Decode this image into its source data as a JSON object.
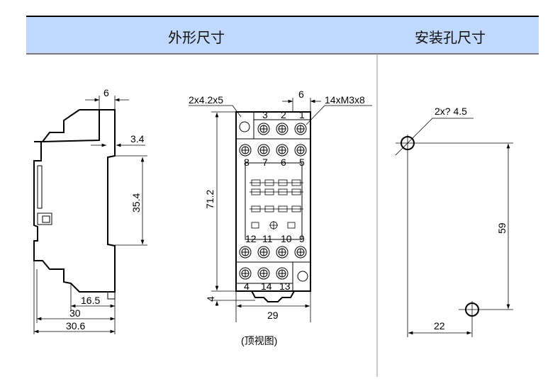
{
  "header": {
    "outline_title": "外形尺寸",
    "mounting_title": "安装孔尺寸",
    "background": "#c0d8fc"
  },
  "side_view": {
    "dims": {
      "top_width": "6",
      "rail_offset": "3.4",
      "rail_height": "35.4",
      "bottom_depth": "16.5",
      "depth": "30",
      "overall_depth": "30.6"
    }
  },
  "top_view": {
    "caption": "(顶视图)",
    "dims": {
      "hole_spec": "2x4.2x5",
      "screw_spec": "14xM3x8",
      "pitch": "6",
      "height": "71.2",
      "tab": "4",
      "width": "29"
    },
    "terminals_top": [
      "3",
      "2",
      "1"
    ],
    "terminals_row2": [
      "8",
      "7",
      "6",
      "5"
    ],
    "terminals_row3": [
      "12",
      "11",
      "10",
      "9"
    ],
    "terminals_bottom": [
      "4",
      "14",
      "13"
    ]
  },
  "mounting": {
    "dims": {
      "hole_spec": "2x? 4.5",
      "vertical": "59",
      "horizontal": "22"
    }
  }
}
